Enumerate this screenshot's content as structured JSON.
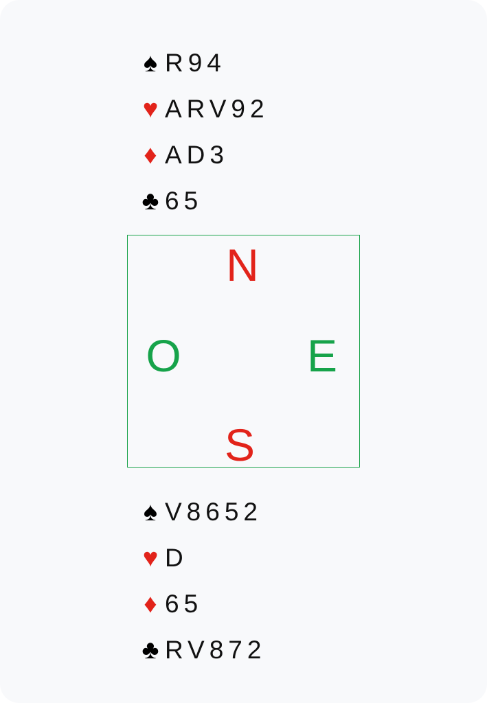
{
  "north": {
    "suits": [
      {
        "icon": "spade-icon",
        "symbol": "♠",
        "cards": "R94"
      },
      {
        "icon": "heart-icon",
        "symbol": "♥",
        "cards": "ARV92"
      },
      {
        "icon": "diamond-icon",
        "symbol": "♦",
        "cards": "AD3"
      },
      {
        "icon": "club-icon",
        "symbol": "♣",
        "cards": "65"
      }
    ]
  },
  "south": {
    "suits": [
      {
        "icon": "spade-icon",
        "symbol": "♠",
        "cards": "V8652"
      },
      {
        "icon": "heart-icon",
        "symbol": "♥",
        "cards": "D"
      },
      {
        "icon": "diamond-icon",
        "symbol": "♦",
        "cards": "65"
      },
      {
        "icon": "club-icon",
        "symbol": "♣",
        "cards": "RV872"
      }
    ]
  },
  "compass": {
    "north": "N",
    "south": "S",
    "west": "O",
    "east": "E"
  },
  "colors": {
    "black_suit": "#000000",
    "red_suit": "#e2231a",
    "vulnerable_dir": "#e2231a",
    "non_vulnerable_dir": "#16a34a",
    "compass_border": "#1aa34a",
    "background": "#f8f9fb"
  }
}
